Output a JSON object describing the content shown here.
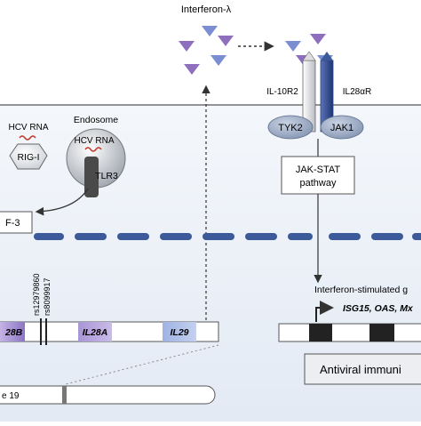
{
  "labels": {
    "interferon": "Interferon-λ",
    "il10r2": "IL-10R2",
    "il28ar": "IL28αR",
    "tyk2": "TYK2",
    "jak1": "JAK1",
    "endosome": "Endosome",
    "hcv_rna_left": "HCV RNA",
    "hcv_rna_endo": "HCV RNA",
    "rig_i": "RIG-I",
    "tlr3": "TLR3",
    "irf3": "F-3",
    "jakstat_line1": "JAK-STAT",
    "jakstat_line2": "pathway",
    "isg_title": "Interferon-stimulated g",
    "isg_genes": "ISG15, OAS, Mx",
    "antiviral": "Antiviral immuni",
    "snp1": "rs12979860",
    "snp2": "rs8099917",
    "gene_il28b": "28B",
    "gene_il28a": "IL28A",
    "gene_il29": "IL29",
    "chromosome": "e 19"
  },
  "colors": {
    "cytoplasm": "#e9eff7",
    "nucleus_band": "#3c5a9a",
    "ligand_blue": "#7b8ed1",
    "ligand_purple": "#8e6fbe",
    "receptor_dark": "#2c4488",
    "kinase": "#8a9bb8"
  }
}
